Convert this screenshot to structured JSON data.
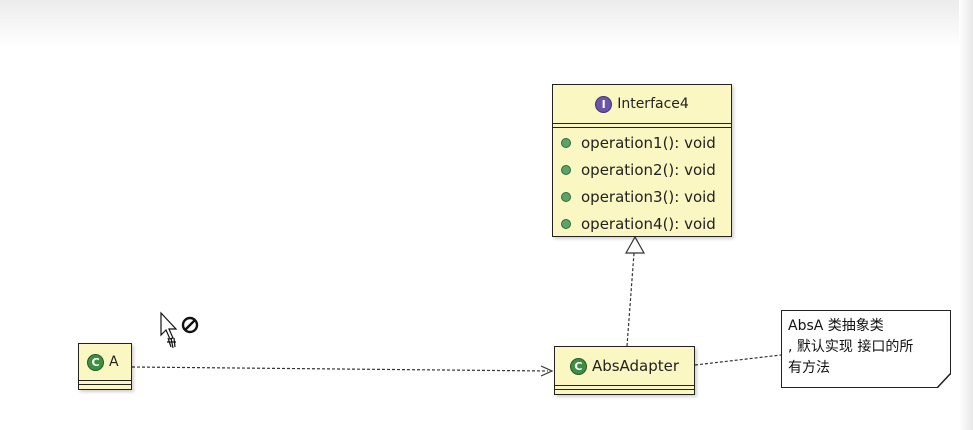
{
  "diagram": {
    "interface": {
      "badge": "I",
      "name": "Interface4",
      "operations": [
        "operation1(): void",
        "operation2(): void",
        "operation3(): void",
        "operation4(): void"
      ]
    },
    "class_a": {
      "badge": "C",
      "name": "A"
    },
    "class_adapter": {
      "badge": "C",
      "name": "AbsAdapter"
    },
    "note": {
      "lines": [
        "AbsA 类抽象类",
        ", 默认实现 接口的所",
        "有方法"
      ]
    }
  },
  "colors": {
    "class_fill": "#fbf7c2",
    "class_badge": "#3f8f43",
    "interface_badge": "#6a55a8",
    "operation_dot": "#5aa46a"
  },
  "icons": [
    "class-icon",
    "interface-icon",
    "public-method-icon",
    "arrow-cursor-icon",
    "not-allowed-icon"
  ]
}
